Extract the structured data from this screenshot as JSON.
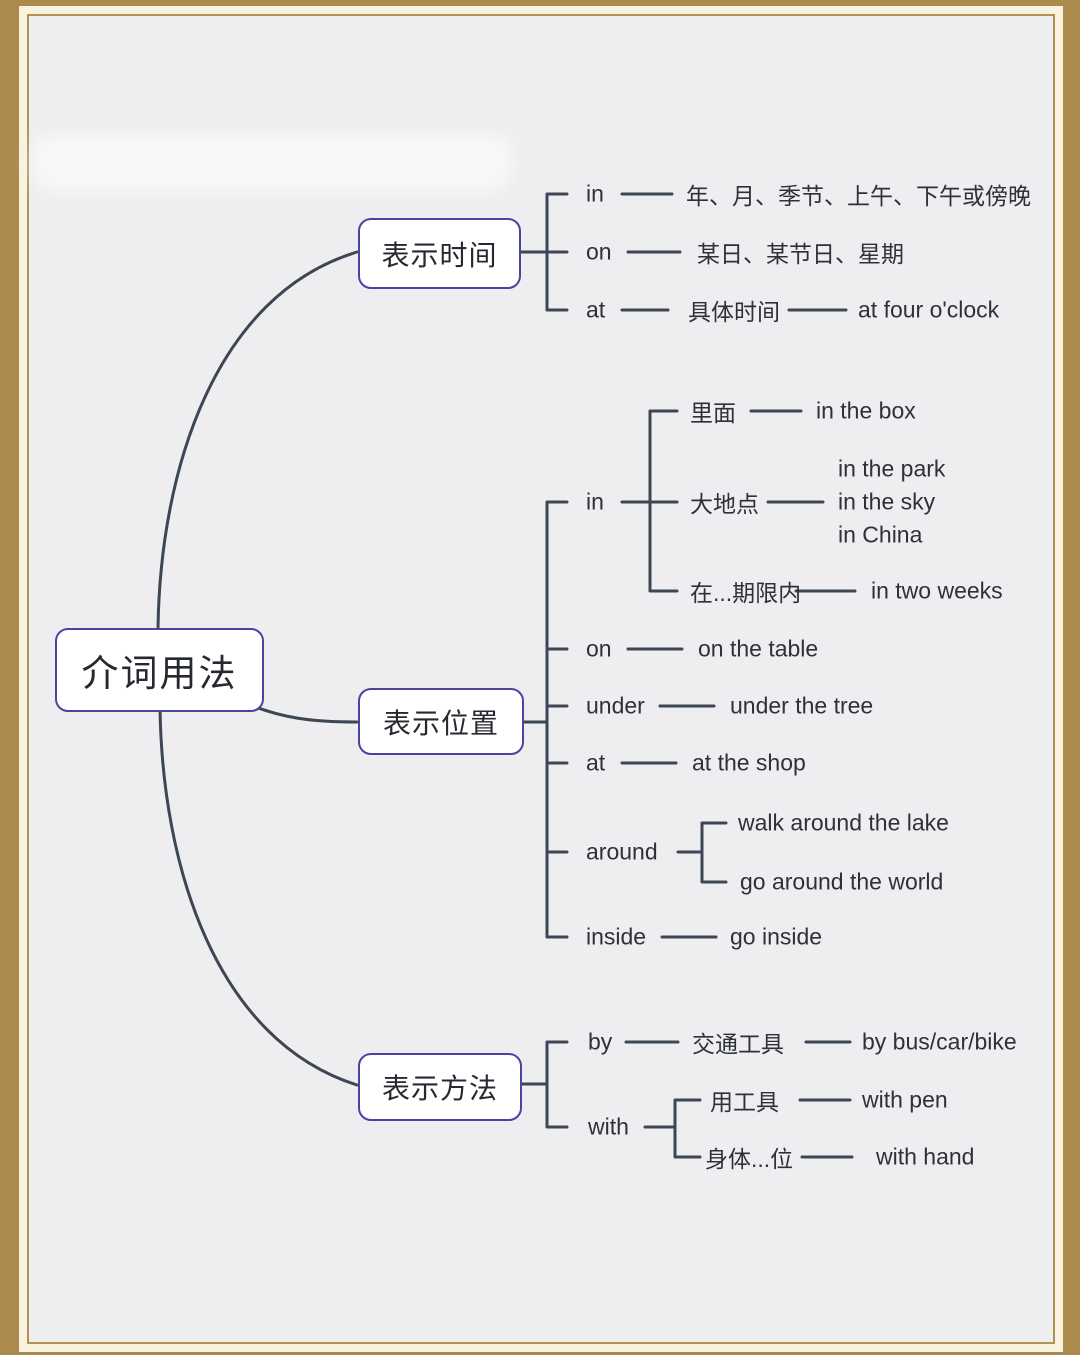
{
  "root": {
    "label": "介词用法"
  },
  "branches": {
    "time": {
      "label": "表示时间",
      "children": [
        {
          "word": "in",
          "desc": "年、月、季节、上午、下午或傍晚"
        },
        {
          "word": "on",
          "desc": "某日、某节日、星期"
        },
        {
          "word": "at",
          "desc": "具体时间",
          "example": "at four o'clock"
        }
      ]
    },
    "place": {
      "label": "表示位置",
      "children": [
        {
          "word": "in",
          "subs": [
            {
              "desc": "里面",
              "example": "in the box"
            },
            {
              "desc": "大地点",
              "examples": [
                "in the park",
                "in the sky",
                "in China"
              ]
            },
            {
              "desc": "在...期限内",
              "example": "in two weeks"
            }
          ]
        },
        {
          "word": "on",
          "example": "on the table"
        },
        {
          "word": "under",
          "example": "under the tree"
        },
        {
          "word": "at",
          "example": "at the shop"
        },
        {
          "word": "around",
          "examples": [
            "walk around the lake",
            "go around the world"
          ]
        },
        {
          "word": "inside",
          "example": "go inside"
        }
      ]
    },
    "method": {
      "label": "表示方法",
      "children": [
        {
          "word": "by",
          "desc": "交通工具",
          "example": "by bus/car/bike"
        },
        {
          "word": "with",
          "subs": [
            {
              "desc": "用工具",
              "example": "with pen"
            },
            {
              "desc": "身体...位",
              "example": "with hand"
            }
          ]
        }
      ]
    }
  },
  "colors": {
    "frame_gold": "#ab8a4b",
    "frame_mat": "#f8f2df",
    "page_background": "#eeeef1",
    "node_border": "#4745a0",
    "line": "#3d4654",
    "text": "#2d3138"
  }
}
